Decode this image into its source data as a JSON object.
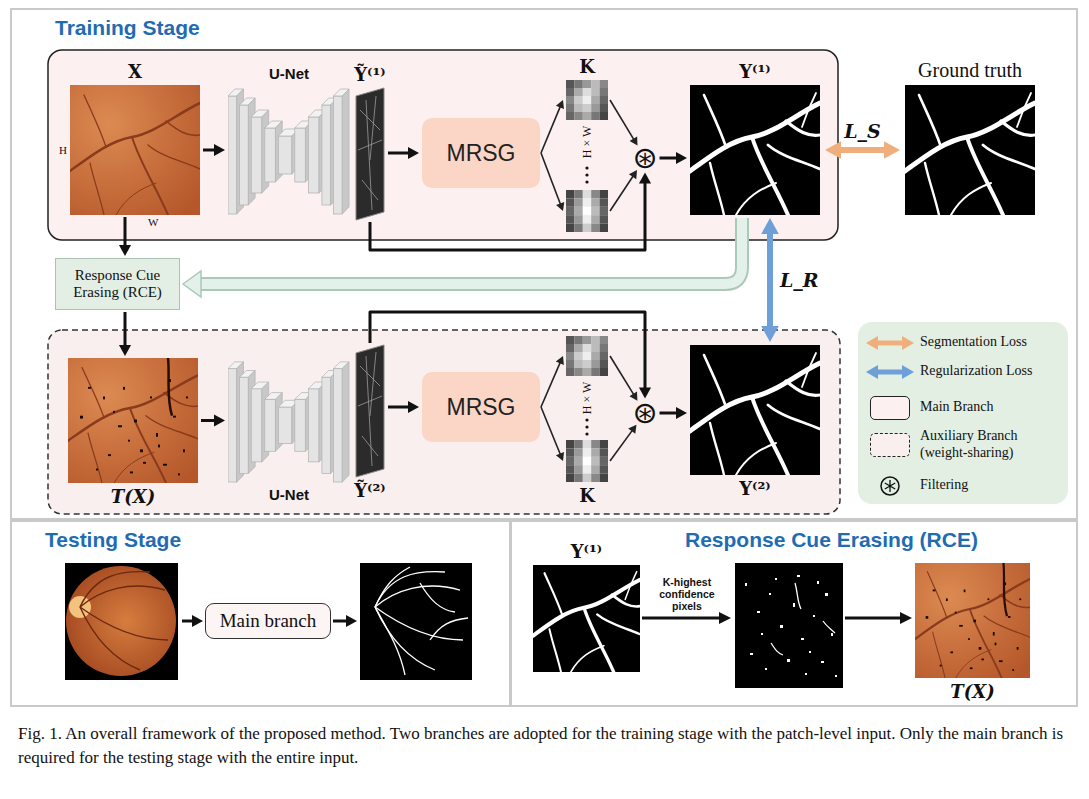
{
  "diagram": {
    "caption": "Fig. 1. An overall framework of the proposed method. Two branches are adopted for the training stage with the patch-level input. Only the main branch is required for the testing stage with the entire input.",
    "nodes": [
      {
        "text": [
          "Training Stage"
        ]
      },
      {
        "text": [
          "X",
          "H",
          "W"
        ],
        "in": 0
      },
      {
        "text": [
          "U-Net"
        ],
        "in": 0
      },
      {
        "text": [
          "Ỹ⁽¹⁾"
        ],
        "in": 0
      },
      {
        "text": [
          "MRSG"
        ],
        "in": 0
      },
      {
        "text": [
          "K",
          "H × W"
        ],
        "in": 0
      },
      {
        "text": [
          "⊛"
        ],
        "in": 0
      },
      {
        "text": [
          "Y⁽¹⁾"
        ],
        "in": 0
      },
      {
        "text": [
          "Ground truth"
        ],
        "in": 0
      },
      {
        "text": [
          "Response Cue Erasing (RCE)"
        ],
        "in": 0
      },
      {
        "text": [
          "T(X)"
        ],
        "in": 0
      },
      {
        "text": [
          "U-Net"
        ],
        "in": 0
      },
      {
        "text": [
          "Ỹ⁽²⁾"
        ],
        "in": 0
      },
      {
        "text": [
          "MRSG"
        ],
        "in": 0
      },
      {
        "text": [
          "K",
          "H × W"
        ],
        "in": 0
      },
      {
        "text": [
          "⊛"
        ],
        "in": 0
      },
      {
        "text": [
          "Y⁽²⁾"
        ],
        "in": 0
      },
      {
        "text": [
          "Testing Stage"
        ]
      },
      {
        "text": [
          "Main branch"
        ],
        "in": 17
      },
      {
        "text": [
          "Response Cue Erasing (RCE)"
        ]
      },
      {
        "text": [
          "Y⁽¹⁾"
        ],
        "in": 19
      },
      {
        "text": [
          "T(X)"
        ],
        "in": 19
      }
    ],
    "edges": [
      {
        "from": 1,
        "to": 2,
        "arrow": "to"
      },
      {
        "from": 3,
        "to": 4,
        "arrow": "to"
      },
      {
        "from": 4,
        "to": 5,
        "arrow": "to"
      },
      {
        "from": 5,
        "to": 6,
        "arrow": "to"
      },
      {
        "from": 3,
        "to": 6,
        "arrow": "to"
      },
      {
        "from": 6,
        "to": 7,
        "arrow": "to"
      },
      {
        "from": 7,
        "to": 8,
        "arrow": "both",
        "label": "L_S"
      },
      {
        "from": 1,
        "to": 9,
        "arrow": "to"
      },
      {
        "from": 7,
        "to": 9,
        "arrow": "to"
      },
      {
        "from": 9,
        "to": 10,
        "arrow": "to"
      },
      {
        "from": 10,
        "to": 11,
        "arrow": "to"
      },
      {
        "from": 12,
        "to": 13,
        "arrow": "to"
      },
      {
        "from": 13,
        "to": 14,
        "arrow": "to"
      },
      {
        "from": 14,
        "to": 15,
        "arrow": "to"
      },
      {
        "from": 12,
        "to": 15,
        "arrow": "to"
      },
      {
        "from": 15,
        "to": 16,
        "arrow": "to"
      },
      {
        "from": 7,
        "to": 16,
        "arrow": "both",
        "label": "L_R"
      }
    ],
    "labels": [
      "K-highest confidence pixels"
    ],
    "legend": [
      {
        "text": "Segmentation Loss"
      },
      {
        "text": "Regularization Loss"
      },
      {
        "text": "Main Branch",
        "color": "#fcf0f1"
      },
      {
        "text": "Auxiliary Branch (weight-sharing)",
        "color": "#f9efef"
      },
      {
        "text": "Filtering"
      }
    ]
  }
}
